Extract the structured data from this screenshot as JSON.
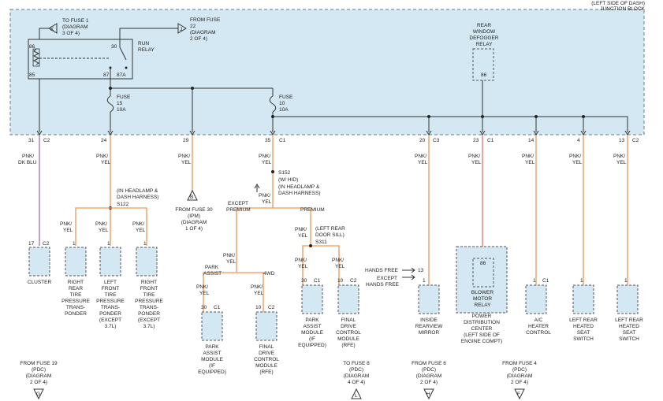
{
  "junction_block": {
    "label_line1": "(LEFT SIDE OF DASH)",
    "label_line2": "JUNCTION BLOCK"
  },
  "connectors": {
    "k_conn": {
      "letter": "K",
      "l1": "TO FUSE 1",
      "l2": "(DIAGRAM",
      "l3": "3 OF 4)"
    },
    "j_conn": {
      "letter": "J",
      "l1": "FROM FUSE",
      "l2": "22",
      "l3": "(DIAGRAM",
      "l4": "2 OF 4)"
    },
    "b_conn": {
      "letter": "B",
      "l1": "FROM FUSE 30",
      "l2": "(IPM)",
      "l3": "(DIAGRAM",
      "l4": "1 OF 4)"
    },
    "g_conn": {
      "letter": "G",
      "l1": "FROM FUSE 19",
      "l2": "(PDC)",
      "l3": "(DIAGRAM",
      "l4": "2 OF 4)"
    },
    "l_conn": {
      "letter": "L",
      "l1": "TO FUSE 8",
      "l2": "(PDC)",
      "l3": "(DIAGRAM",
      "l4": "4 OF 4)"
    },
    "h_conn": {
      "letter": "H",
      "l1": "FROM FUSE 6",
      "l2": "(PDC)",
      "l3": "(DIAGRAM",
      "l4": "2 OF 4)"
    },
    "f_conn": {
      "letter": "F",
      "l1": "FROM FUSE 4",
      "l2": "(PDC)",
      "l3": "(DIAGRAM",
      "l4": "2 OF 4)"
    }
  },
  "relay": {
    "l1": "RUN",
    "l2": "RELAY",
    "p86": "86",
    "p85": "85",
    "p30": "30",
    "p87": "87",
    "p87a": "87A"
  },
  "rear_relay": {
    "l1": "REAR",
    "l2": "WINDOW",
    "l3": "DEFOGGER",
    "l4": "RELAY",
    "pin": "86"
  },
  "fuse15": {
    "l1": "FUSE",
    "l2": "15",
    "l3": "10A"
  },
  "fuse10": {
    "l1": "FUSE",
    "l2": "10",
    "l3": "10A"
  },
  "pins": [
    {
      "num": "31",
      "conn": "C2"
    },
    {
      "num": "24",
      "conn": ""
    },
    {
      "num": "29",
      "conn": ""
    },
    {
      "num": "35",
      "conn": "C1"
    },
    {
      "num": "20",
      "conn": "C3"
    },
    {
      "num": "23",
      "conn": "C1"
    },
    {
      "num": "14",
      "conn": ""
    },
    {
      "num": "4",
      "conn": ""
    },
    {
      "num": "13",
      "conn": "C2"
    }
  ],
  "wires": {
    "pnk_dkblu_1": "PNK/",
    "pnk_dkblu_2": "DK BLU",
    "pnk_yel_1": "PNK/",
    "pnk_yel_2": "YEL"
  },
  "splice_s122": {
    "l1": "(IN HEADLAMP &",
    "l2": "DASH HARNESS)",
    "l3": "S122"
  },
  "splice_s152": {
    "l1": "S152",
    "l2": "(W/ HID)",
    "l3": "(IN HEADLAMP &",
    "l4": "DASH HARNESS)"
  },
  "splice_s311": {
    "l1": "(LEFT REAR",
    "l2": "DOOR SILL)",
    "l3": "S311"
  },
  "options": {
    "except_premium_1": "EXCEPT",
    "except_premium_2": "PREMIUM",
    "premium": "PREMIUM",
    "park_assist_1": "PARK",
    "park_assist_2": "ASSIST",
    "fourwd": "4WD",
    "hands_free": "HANDS FREE",
    "except_hf_1": "EXCEPT",
    "except_hf_2": "HANDS FREE",
    "hf_pin13": "13",
    "hf_pin1": "1"
  },
  "components": {
    "cluster": {
      "pin": "17",
      "conn": "C2",
      "l1": "CLUSTER"
    },
    "rr_tire": {
      "pin": "1",
      "l1": "RIGHT",
      "l2": "REAR",
      "l3": "TIRE",
      "l4": "PRESSURE",
      "l5": "TRANS-",
      "l6": "PONDER"
    },
    "lf_tire": {
      "pin": "1",
      "l1": "LEFT",
      "l2": "FRONT",
      "l3": "TIRE",
      "l4": "PRESSURE",
      "l5": "TRANS-",
      "l6": "PONDER",
      "l7": "(EXCEPT",
      "l8": "3.7L)"
    },
    "rf_tire": {
      "pin": "1",
      "l1": "RIGHT",
      "l2": "FRONT",
      "l3": "TIRE",
      "l4": "PRESSURE",
      "l5": "TRANS-",
      "l6": "PONDER",
      "l7": "(EXCEPT",
      "l8": "3.7L)"
    },
    "pam1": {
      "pin": "30",
      "conn": "C1",
      "l1": "PARK",
      "l2": "ASSIST",
      "l3": "MODULE",
      "l4": "(IF",
      "l5": "EQUIPPED)"
    },
    "fdcm1": {
      "pin": "10",
      "conn": "C2",
      "l1": "FINAL",
      "l2": "DRIVE",
      "l3": "CONTROL",
      "l4": "MODULE",
      "l5": "(RFE)"
    },
    "pam2": {
      "pin": "30",
      "conn": "C1",
      "l1": "PARK",
      "l2": "ASSIST",
      "l3": "MODULE",
      "l4": "(IF",
      "l5": "EQUIPPED)"
    },
    "fdcm2": {
      "pin": "10",
      "conn": "C2",
      "l1": "FINAL",
      "l2": "DRIVE",
      "l3": "CONTROL",
      "l4": "MODULE",
      "l5": "(RFE)"
    },
    "mirror": {
      "l1": "INSIDE",
      "l2": "REARVIEW",
      "l3": "MIRROR"
    },
    "pdc": {
      "pin": "86",
      "l1": "BLOWER",
      "l2": "MOTOR",
      "l3": "RELAY",
      "l4": "POWER",
      "l5": "DISTRIBUTION",
      "l6": "CENTER",
      "l7": "(LEFT SIDE OF",
      "l8": "ENGINE COMPT)"
    },
    "ac": {
      "pin": "1",
      "conn": "C1",
      "l1": "A/C",
      "l2": "HEATER",
      "l3": "CONTROL"
    },
    "lr_seat": {
      "pin": "1",
      "l1": "LEFT REAR",
      "l2": "HEATED",
      "l3": "SEAT",
      "l4": "SWITCH"
    },
    "rr_seat": {
      "pin": "1",
      "l1": "LEFT REAR",
      "l2": "HEATED",
      "l3": "SEAT",
      "l4": "SWITCH"
    }
  },
  "colors": {
    "junction_fill": "#d3e8f3",
    "wire_pnk_yel": "#f0a877",
    "wire_pnk_dkblu": "#b48bb8",
    "wire_pdc": "#ef8a86"
  }
}
